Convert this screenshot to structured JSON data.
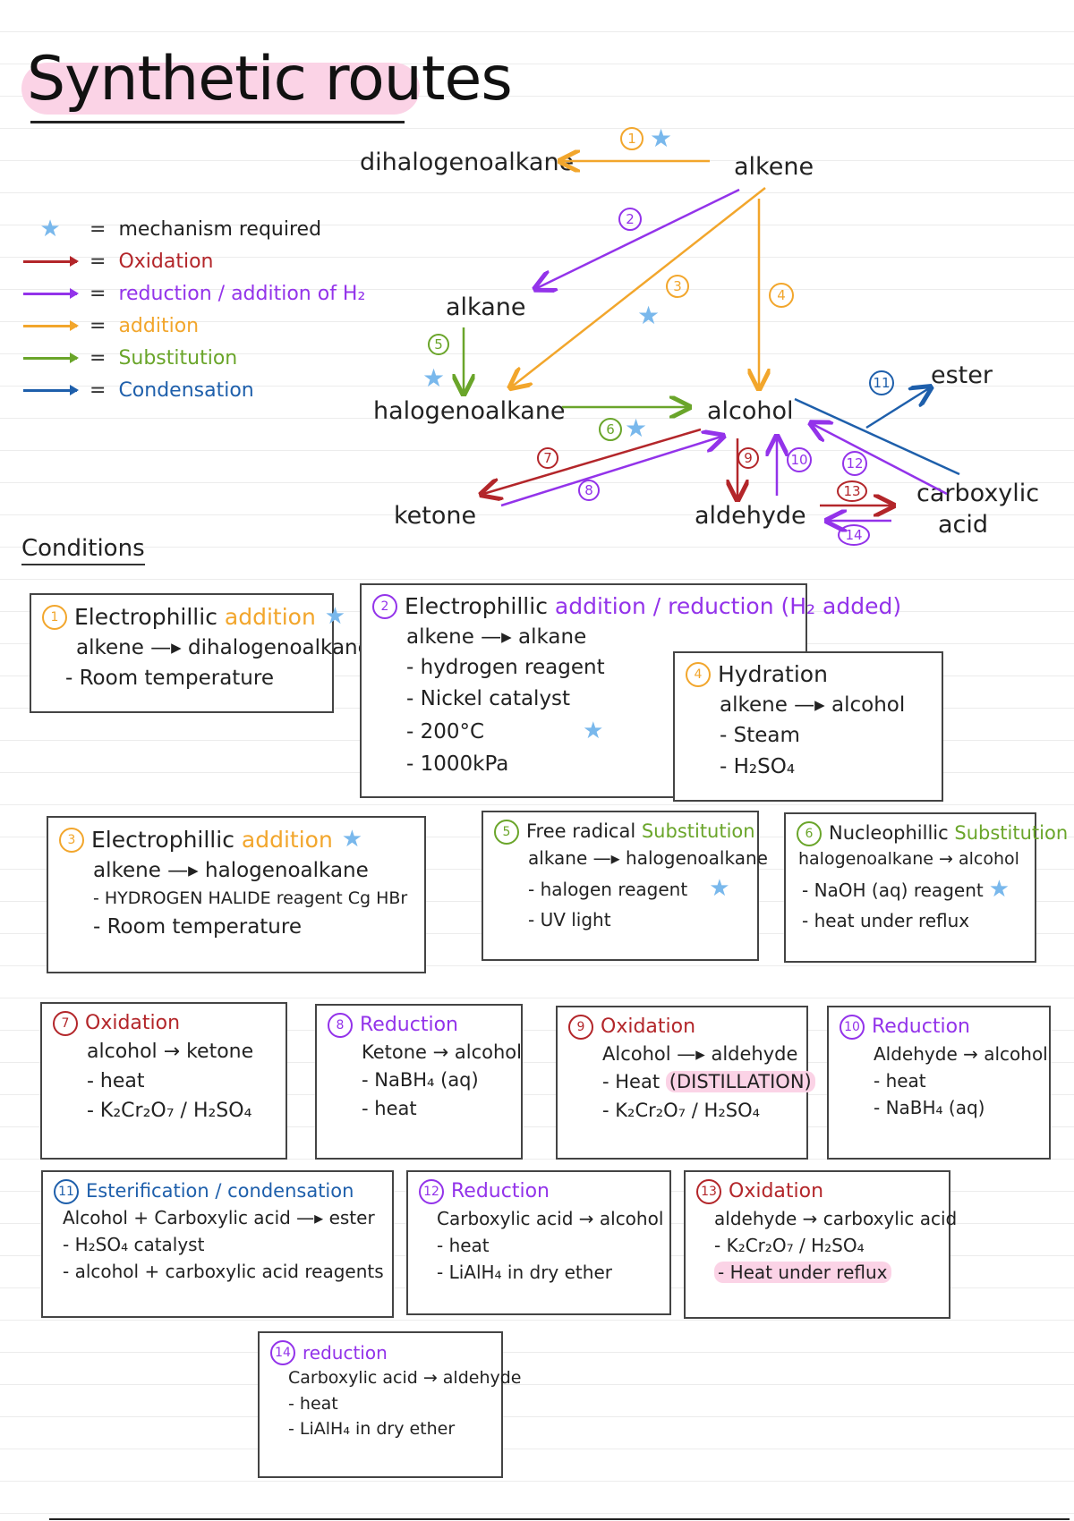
{
  "title": "Synthetic routes",
  "legend": [
    {
      "symbol": "star",
      "label": "mechanism required",
      "color": "#222222"
    },
    {
      "symbol": "arrow",
      "label": "Oxidation",
      "color": "#b3262a"
    },
    {
      "symbol": "arrow",
      "label": "reduction / addition of H₂",
      "color": "#9333ea"
    },
    {
      "symbol": "arrow",
      "label": "addition",
      "color": "#f2a62c"
    },
    {
      "symbol": "arrow",
      "label": "Substitution",
      "color": "#6aa52a"
    },
    {
      "symbol": "arrow",
      "label": "Condensation",
      "color": "#1e5fab"
    }
  ],
  "equals_sign": "=",
  "star_glyph": "★",
  "nodes": {
    "dihalogenoalkane": "dihalogenoalkane",
    "alkene": "alkene",
    "alkane": "alkane",
    "halogenoalkane": "halogenoalkane",
    "alcohol": "alcohol",
    "ester": "ester",
    "ketone": "ketone",
    "aldehyde": "aldehyde",
    "carboxylic_acid_1": "carboxylic",
    "carboxylic_acid_2": "acid"
  },
  "route_numbers": {
    "r1": "1",
    "r2": "2",
    "r3": "3",
    "r4": "4",
    "r5": "5",
    "r6": "6",
    "r7": "7",
    "r8": "8",
    "r9": "9",
    "r10": "10",
    "r11": "11",
    "r12": "12",
    "r13": "13",
    "r14": "14"
  },
  "conditions_label": "Conditions",
  "cards": {
    "c1": {
      "num": "1",
      "title_a": "Electrophillic",
      "title_b": "addition",
      "lines": [
        "alkene —▸ dihalogenoalkane",
        "- Room temperature"
      ]
    },
    "c2": {
      "num": "2",
      "title_a": "Electrophillic",
      "title_b": "addition / reduction (H₂ added)",
      "lines": [
        "alkene —▸ alkane",
        "- hydrogen reagent",
        "- Nickel catalyst",
        "- 200°C",
        "- 1000kPa"
      ]
    },
    "c4": {
      "num": "4",
      "title_a": "Hydration",
      "lines": [
        "alkene —▸ alcohol",
        "- Steam",
        "- H₂SO₄"
      ]
    },
    "c3": {
      "num": "3",
      "title_a": "Electrophillic",
      "title_b": "addition",
      "lines": [
        "alkene —▸ halogenoalkane",
        "- HYDROGEN HALIDE reagent Cg HBr",
        "- Room temperature"
      ]
    },
    "c5": {
      "num": "5",
      "title_a": "Free radical",
      "title_b": "Substitution",
      "lines": [
        "alkane —▸ halogenoalkane",
        "- halogen reagent",
        "- UV light"
      ]
    },
    "c6": {
      "num": "6",
      "title_a": "Nucleophillic",
      "title_b": "Substitution",
      "lines": [
        "halogenoalkane → alcohol",
        "- NaOH (aq) reagent",
        "- heat under reflux"
      ]
    },
    "c7": {
      "num": "7",
      "title_a": "Oxidation",
      "lines": [
        "alcohol → ketone",
        "- heat",
        "- K₂Cr₂O₇ / H₂SO₄"
      ]
    },
    "c8": {
      "num": "8",
      "title_a": "Reduction",
      "lines": [
        "Ketone → alcohol",
        "- NaBH₄ (aq)",
        "- heat"
      ]
    },
    "c9": {
      "num": "9",
      "title_a": "Oxidation",
      "lines": [
        "Alcohol —▸ aldehyde",
        "(DISTILLATION)",
        "- K₂Cr₂O₇ / H₂SO₄"
      ],
      "heat_prefix": "- Heat"
    },
    "c10": {
      "num": "10",
      "title_a": "Reduction",
      "lines": [
        "Aldehyde → alcohol",
        "- heat",
        "- NaBH₄ (aq)"
      ]
    },
    "c11": {
      "num": "11",
      "title_a": "Esterification / condensation",
      "lines": [
        "Alcohol + Carboxylic acid —▸ ester",
        "- H₂SO₄ catalyst",
        "- alcohol + carboxylic acid reagents"
      ]
    },
    "c12": {
      "num": "12",
      "title_a": "Reduction",
      "lines": [
        "Carboxylic acid → alcohol",
        "- heat",
        "- LiAlH₄ in dry ether"
      ]
    },
    "c13": {
      "num": "13",
      "title_a": "Oxidation",
      "lines": [
        "aldehyde → carboxylic acid",
        "- K₂Cr₂O₇ / H₂SO₄",
        "- Heat under reflux"
      ]
    },
    "c14": {
      "num": "14",
      "title_a": "reduction",
      "lines": [
        "Carboxylic acid → aldehyde",
        "- heat",
        "- LiAlH₄ in dry ether"
      ]
    }
  }
}
